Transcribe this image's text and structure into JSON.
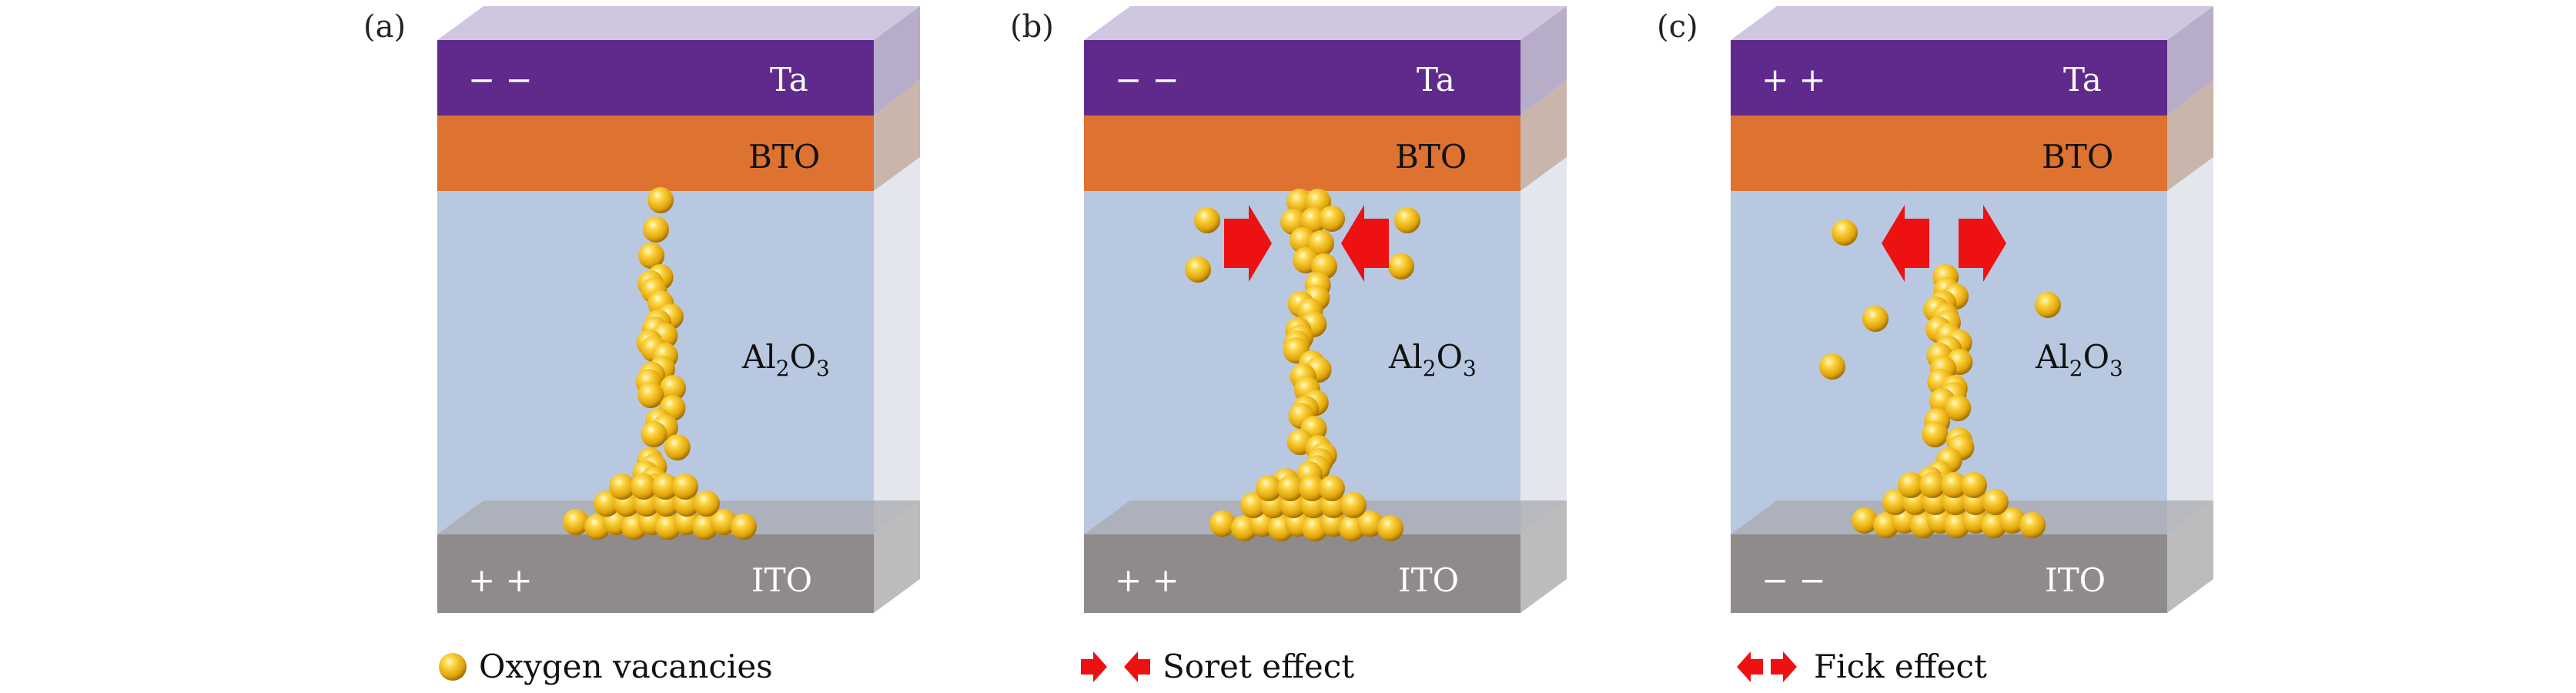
{
  "panels": [
    {
      "label": "(a)",
      "ta_sign": "− −",
      "ito_sign": "+ +",
      "arrows": "none",
      "layers": {
        "top": "Ta",
        "middle": "BTO",
        "oxide": "Al",
        "oxide_sub": "2",
        "oxide_o": "O",
        "oxide_sub2": "3",
        "bottom": "ITO"
      }
    },
    {
      "label": "(b)",
      "ta_sign": "− −",
      "ito_sign": "+ +",
      "arrows": "inward",
      "layers": {
        "top": "Ta",
        "middle": "BTO",
        "oxide": "Al",
        "oxide_sub": "2",
        "oxide_o": "O",
        "oxide_sub2": "3",
        "bottom": "ITO"
      }
    },
    {
      "label": "(c)",
      "ta_sign": "+ +",
      "ito_sign": "− −",
      "arrows": "outward",
      "layers": {
        "top": "Ta",
        "middle": "BTO",
        "oxide": "Al",
        "oxide_sub": "2",
        "oxide_o": "O",
        "oxide_sub2": "3",
        "bottom": "ITO"
      }
    }
  ],
  "legend": [
    {
      "symbol": "sphere",
      "text": "Oxygen vacancies"
    },
    {
      "symbol": "inward-arrows",
      "text": "Soret effect"
    },
    {
      "symbol": "outward-arrows",
      "text": "Fick effect"
    }
  ],
  "colors": {
    "ta": "#5f2a8c",
    "bto": "#de7230",
    "oxide": "#b9c8e1",
    "ito": "#8f8b8b",
    "sphere": "#e8b511",
    "arrow": "#ee1111"
  }
}
